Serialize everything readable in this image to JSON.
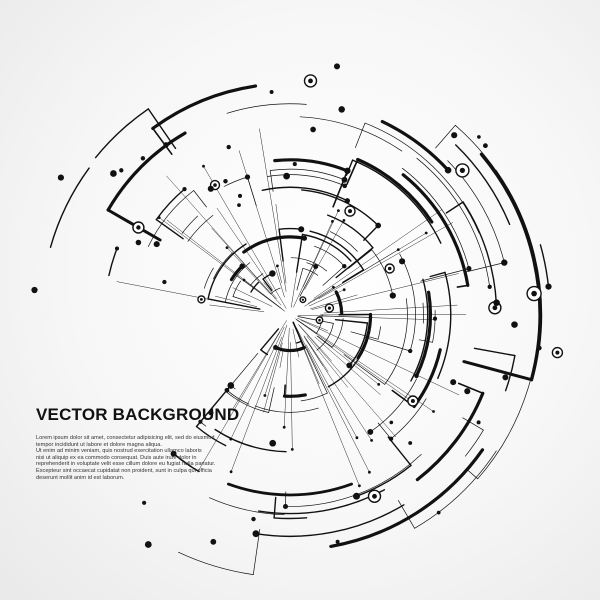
{
  "headline": "VECTOR BACKGROUND",
  "body_lines": [
    "Lorem ipsum dolor sit amet, consectetur adipisicing elit, sed do eiusmod",
    "tempor incididunt ut labore et dolore magna aliqua.",
    "Ut enim ad minim veniam, quis nostrud exercitation ullamco laboris",
    "nisi ut aliquip ex ea commodo consequat. Duis aute irure dolor in",
    "reprehenderit in voluptate velit esse cillum dolore eu fugiat nulla pariatur.",
    "Excepteur sint occaecat cupidatat non proident, sunt in culpa qui officia",
    "deserunt mollit anim id est laborum."
  ],
  "colors": {
    "ink": "#111111",
    "background": "#f4f4f4"
  },
  "artwork": "circuit-sphere-illustration"
}
